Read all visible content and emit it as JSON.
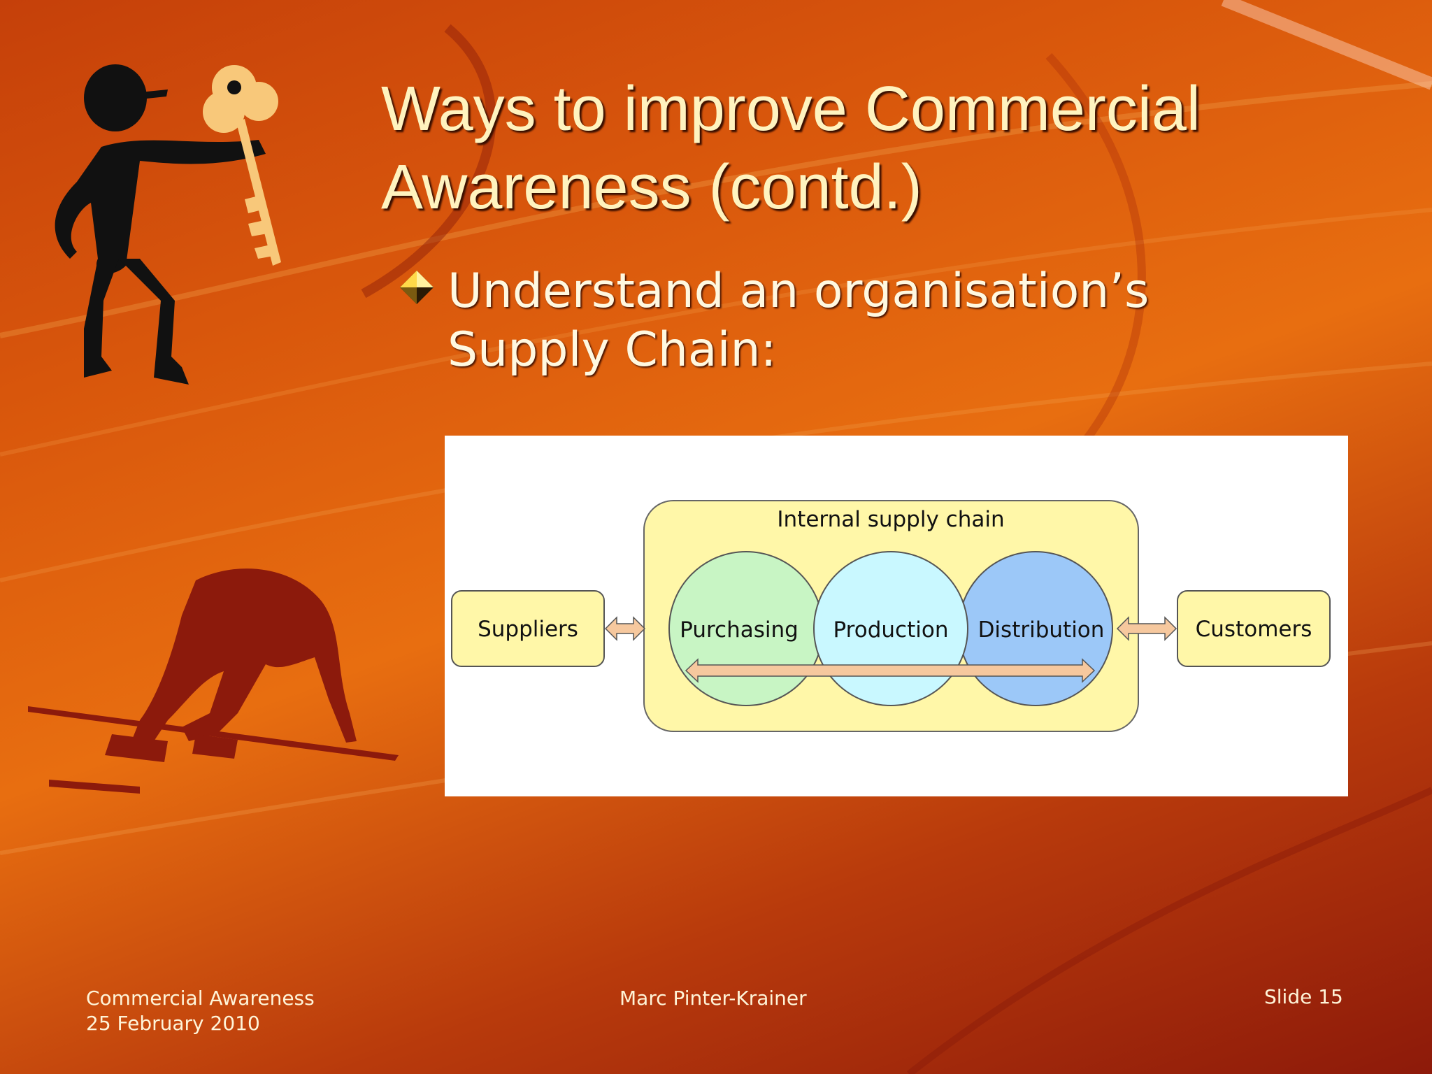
{
  "slide": {
    "title_line1": "Ways to improve Commercial",
    "title_line2": "Awareness (contd.)",
    "bullet": {
      "icon": "diamond-bullet-icon",
      "line1": "Understand an organisation’s",
      "line2": "Supply Chain:"
    }
  },
  "diagram": {
    "heading": "Internal supply chain",
    "suppliers": "Suppliers",
    "purchasing": "Purchasing",
    "production": "Production",
    "distribution": "Distribution",
    "customers": "Customers",
    "colors": {
      "box": "#fff7a8",
      "purchasing": "#c8f5c4",
      "production": "#c9f8ff",
      "distribution": "#9cc8f8",
      "arrow": "#f6c89e"
    }
  },
  "footer": {
    "left_line1": "Commercial Awareness",
    "left_line2": "25 February 2010",
    "center": "Marc Pinter-Krainer",
    "right": "Slide 15"
  },
  "clipart": {
    "top_left": "man-holding-key-icon",
    "bottom_left": "sprinter-at-start-icon"
  }
}
